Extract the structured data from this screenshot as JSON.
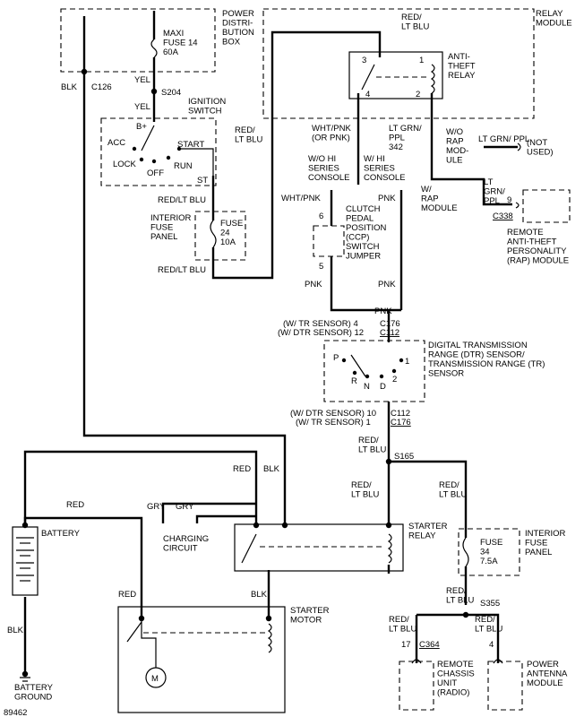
{
  "labels": {
    "power_box": [
      "POWER",
      "DISTRI-",
      "BUTION",
      "BOX"
    ],
    "maxi_fuse": [
      "MAXI",
      "FUSE 14",
      "60A"
    ],
    "blk_main": "BLK",
    "c126": "C126",
    "yel_top": "YEL",
    "s204": "S204",
    "yel_bottom": "YEL",
    "ignition_switch": [
      "IGNITION",
      "SWITCH"
    ],
    "bplus": "B+",
    "acc": "ACC",
    "lock": "LOCK",
    "off": "OFF",
    "start": "START",
    "run": "RUN",
    "st": "ST",
    "red_ltblu_ign": "RED/LT BLU",
    "interior_fuse_panel_1": [
      "INTERIOR",
      "FUSE",
      "PANEL"
    ],
    "fuse24": [
      "FUSE",
      "24",
      "10A"
    ],
    "red_ltblu_fuse24": "RED/LT BLU",
    "red_ltblu_riser": [
      "RED/",
      "LT BLU"
    ],
    "red_ltblu_top": [
      "RED/",
      "LT BLU"
    ],
    "relay_module": [
      "RELAY",
      "MODULE"
    ],
    "pin3": "3",
    "pin1": "1",
    "pin4": "4",
    "pin2": "2",
    "anti_theft_relay": [
      "ANTI-",
      "THEFT",
      "RELAY"
    ],
    "wht_pnk": [
      "WHT/PNK",
      "(OR PNK)"
    ],
    "lt_grn_ppl_342": [
      "LT GRN/",
      "PPL",
      "342"
    ],
    "wo_rap_module": [
      "W/O",
      "RAP",
      "MOD-",
      "ULE"
    ],
    "lt_grn_ppl_notused": "LT GRN/ PPL",
    "not_used": [
      "(NOT",
      "USED)"
    ],
    "wo_hi_series": [
      "W/O HI",
      "SERIES",
      "CONSOLE"
    ],
    "w_hi_series": [
      "W/ HI",
      "SERIES",
      "CONSOLE"
    ],
    "wht_pnk_left": "WHT/PNK",
    "pnk_right": "PNK",
    "pin6": "6",
    "pin5": "5",
    "ccp_switch": [
      "CLUTCH",
      "PEDAL",
      "POSITION",
      "(CCP)",
      "SWITCH",
      "JUMPER"
    ],
    "w_rap_module": [
      "W/",
      "RAP",
      "MODULE"
    ],
    "lt_grn_ppl_9": [
      "LT",
      "GRN/",
      "PPL"
    ],
    "pin9": "9",
    "c338": "C338",
    "rap_module": [
      "REMOTE",
      "ANTI-THEFT",
      "PERSONALITY",
      "(RAP) MODULE"
    ],
    "pnk_left_low": "PNK",
    "pnk_right_low": "PNK",
    "pnk_mid": "PNK",
    "w_tr_sensor_4": "(W/ TR SENSOR)  4",
    "w_dtr_sensor_12": "(W/ DTR SENSOR)  12",
    "c176_top": "C176",
    "c112_top": "C112",
    "dtr_sensor": [
      "DIGITAL TRANSMISSION",
      "RANGE (DTR) SENSOR/",
      "TRANSMISSION RANGE (TR)",
      "SENSOR"
    ],
    "gear_p": "P",
    "gear_r": "R",
    "gear_n": "N",
    "gear_d": "D",
    "gear_2": "2",
    "gear_1": "1",
    "w_dtr_sensor_10": "(W/ DTR SENSOR)  10",
    "w_tr_sensor_1": "(W/ TR SENSOR)  1",
    "c112_bottom": "C112",
    "c176_bottom": "C176",
    "red_ltblu_dtr": [
      "RED/",
      "LT BLU"
    ],
    "s165": "S165",
    "red_ltblu_s165": [
      "RED/",
      "LT BLU"
    ],
    "red_ltblu_right": [
      "RED/",
      "LT BLU"
    ],
    "red_top": "RED",
    "blk_top": "BLK",
    "red_batt": "RED",
    "gry1": "GRY",
    "gry2": "GRY",
    "charging_circuit": [
      "CHARGING",
      "CIRCUIT"
    ],
    "starter_relay": [
      "STARTER",
      "RELAY"
    ],
    "battery": "BATTERY",
    "interior_fuse_panel_2": [
      "INTERIOR",
      "FUSE",
      "PANEL"
    ],
    "fuse34": [
      "FUSE",
      "34",
      "7.5A"
    ],
    "red_motor": "RED",
    "blk_motor": "BLK",
    "starter_motor": [
      "STARTER",
      "MOTOR"
    ],
    "red_ltblu_s355": [
      "RED/",
      "LT BLU"
    ],
    "s355": "S355",
    "blk_batt": "BLK",
    "red_ltblu_17": [
      "RED/",
      "LT BLU"
    ],
    "red_ltblu_4": [
      "RED/",
      "LT BLU"
    ],
    "pin17": "17",
    "c364": "C364",
    "pin4b": "4",
    "motor_m": "M",
    "rcc_unit": [
      "REMOTE",
      "CHASSIS",
      "UNIT",
      "(RADIO)"
    ],
    "power_antenna": [
      "POWER",
      "ANTENNA",
      "MODULE"
    ],
    "battery_ground": [
      "BATTERY",
      "GROUND"
    ],
    "figure_id": "89462"
  }
}
